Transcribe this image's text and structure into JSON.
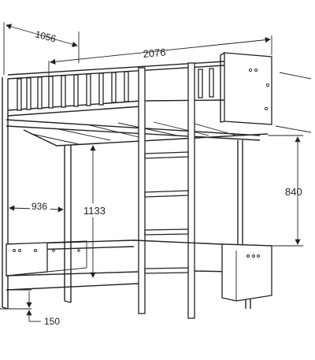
{
  "dimensions": {
    "depth": "1056",
    "length": "2076",
    "upper_height": "840",
    "clearance": "1133",
    "lower_depth": "936",
    "floor_gap": "150"
  }
}
